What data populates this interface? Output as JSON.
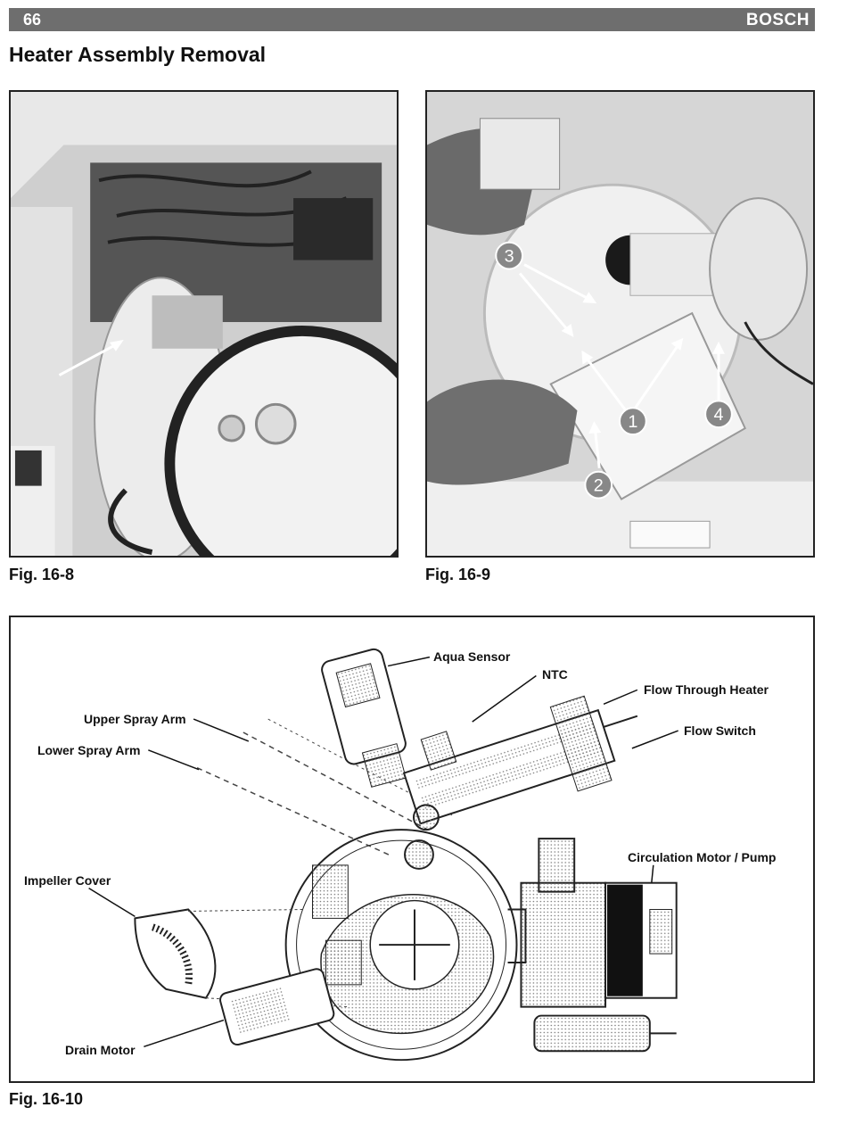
{
  "header": {
    "page_number": "66",
    "brand": "BOSCH"
  },
  "section_title": "Heater Assembly Removal",
  "figures": [
    {
      "caption": "Fig. 16-8"
    },
    {
      "caption": "Fig. 16-9",
      "callouts": [
        "1",
        "2",
        "3",
        "4"
      ]
    },
    {
      "caption": "Fig. 16-10"
    }
  ],
  "diagram_labels": {
    "aqua_sensor": "Aqua Sensor",
    "ntc": "NTC",
    "flow_through_heater": "Flow Through Heater",
    "flow_switch": "Flow Switch",
    "upper_spray_arm": "Upper Spray Arm",
    "lower_spray_arm": "Lower Spray Arm",
    "impeller_cover": "Impeller Cover",
    "circulation_motor_pump": "Circulation Motor / Pump",
    "drain_motor": "Drain Motor"
  }
}
